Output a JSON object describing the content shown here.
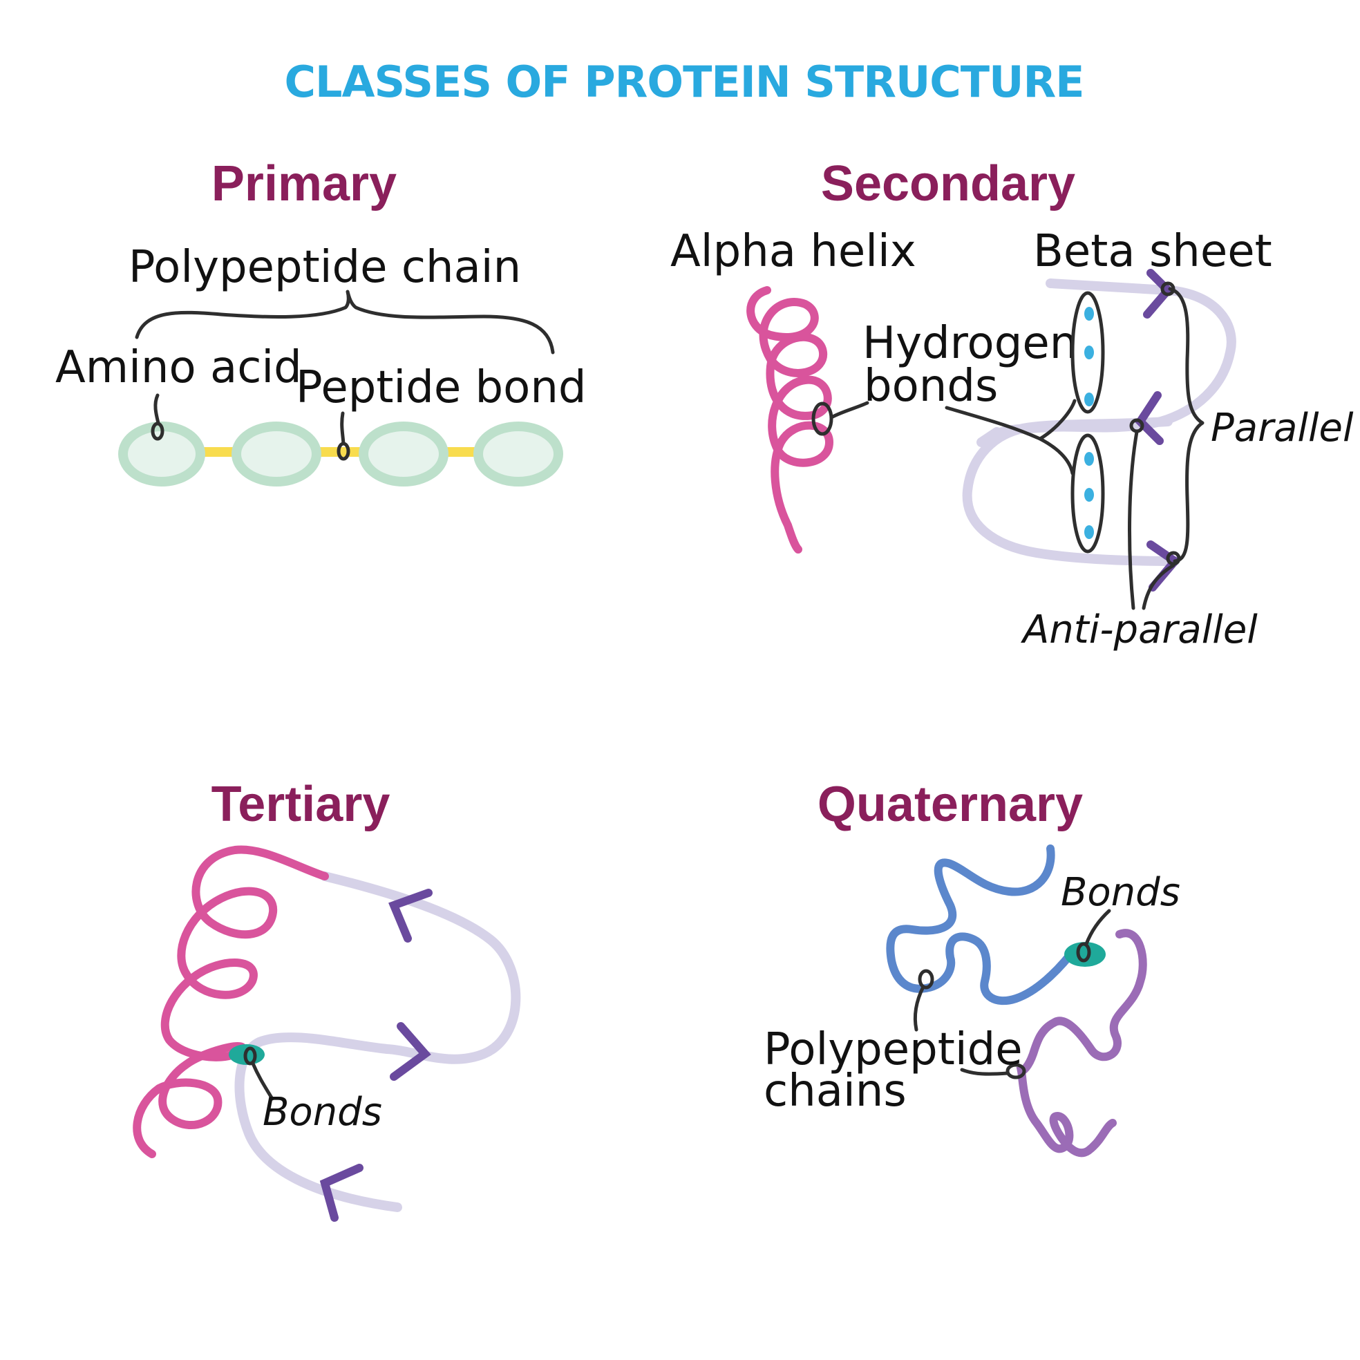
{
  "title": "CLASSES OF PROTEIN STRUCTURE",
  "colors": {
    "title": "#29a9df",
    "heading": "#8a1f5b",
    "helix": "#d9549c",
    "strand": "#d6d2e8",
    "arrow": "#6a4a9e",
    "amino_acid_fill": "#e6f3ec",
    "amino_acid_ring": "#bde0cb",
    "peptide_bond": "#f8dc4e",
    "hydrogen_dot": "#3bb0e0",
    "bond_highlight": "#1fa99a",
    "chain_blue": "#5b87cc",
    "chain_purple": "#9b6cb6"
  },
  "primary": {
    "heading": "Primary",
    "polypeptide_chain_label": "Polypeptide chain",
    "amino_acid_label": "Amino acid",
    "peptide_bond_label": "Peptide bond"
  },
  "secondary": {
    "heading": "Secondary",
    "alpha_helix_label": "Alpha helix",
    "beta_sheet_label": "Beta sheet",
    "hydrogen_bonds_label_line1": "Hydrogen",
    "hydrogen_bonds_label_line2": "bonds",
    "parallel_label": "Parallel",
    "anti_parallel_label": "Anti-parallel"
  },
  "tertiary": {
    "heading": "Tertiary",
    "bonds_label": "Bonds"
  },
  "quaternary": {
    "heading": "Quaternary",
    "bonds_label": "Bonds",
    "polypeptide_chains_label_line1": "Polypeptide",
    "polypeptide_chains_label_line2": "chains"
  }
}
